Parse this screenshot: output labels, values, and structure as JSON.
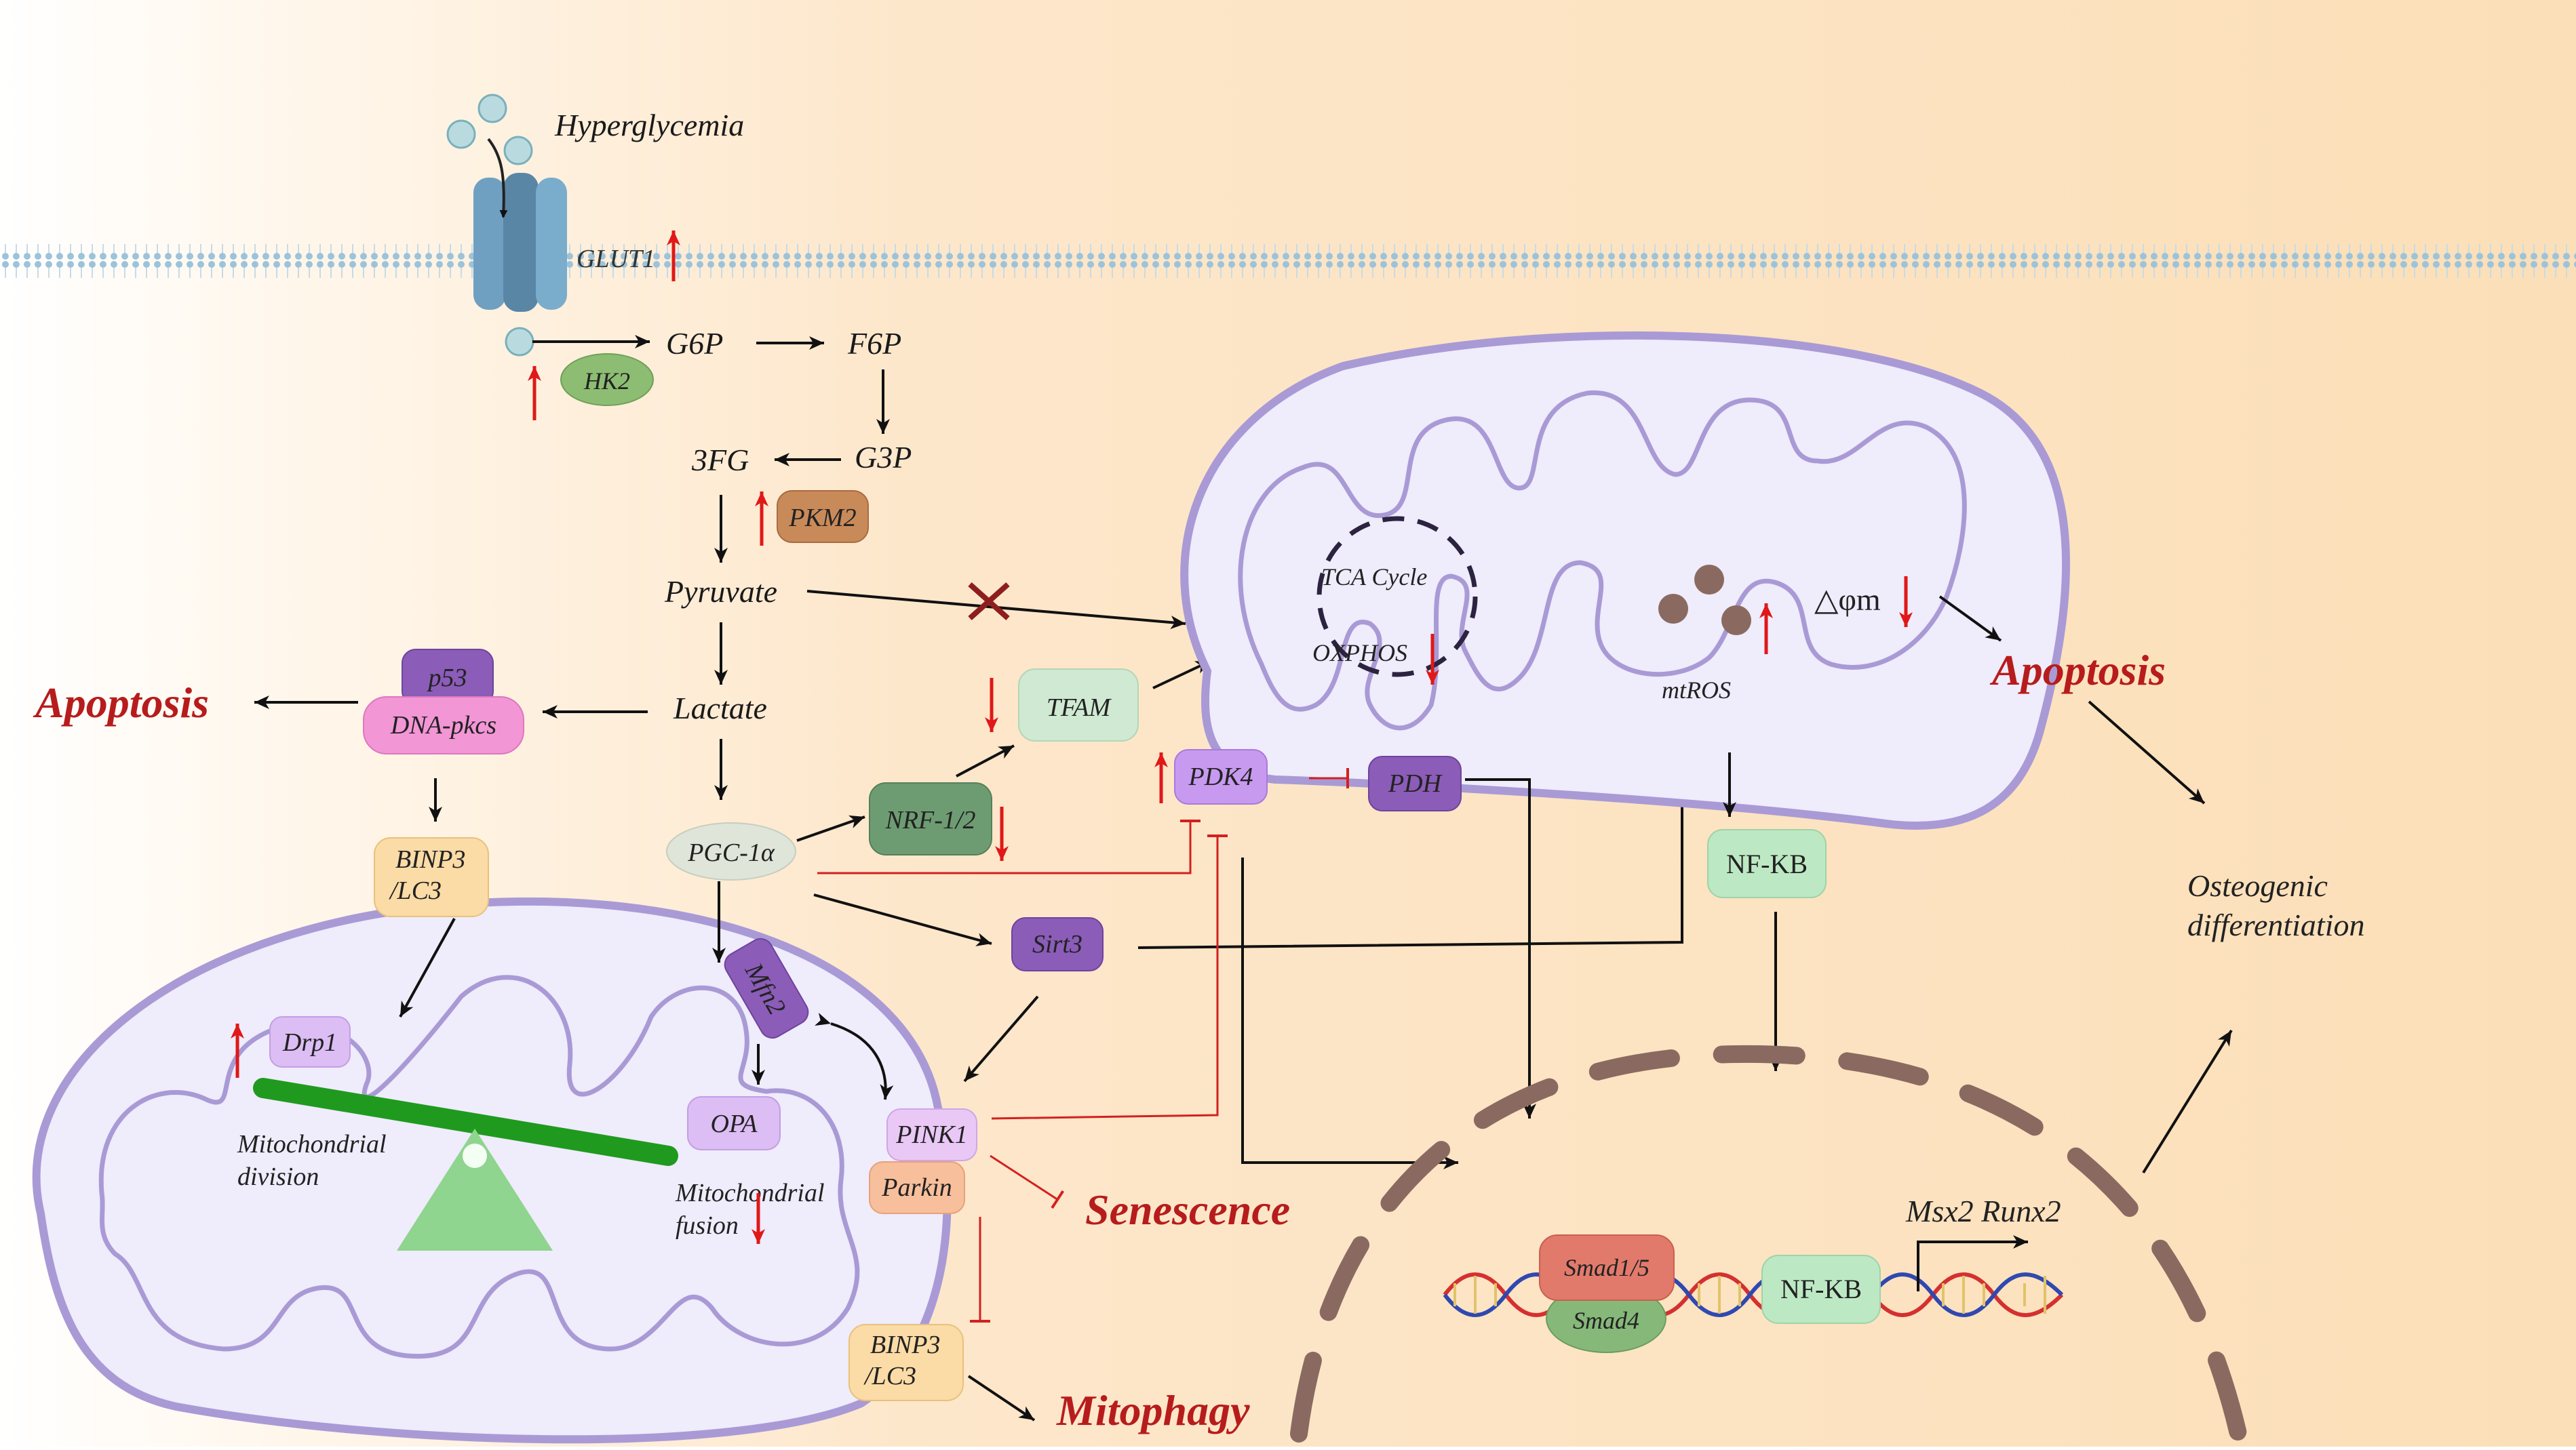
{
  "top": {
    "hyperglycemia": "Hyperglycemia",
    "glut1": "GLUT1",
    "hk2": "HK2",
    "g6p": "G6P",
    "f6p": "F6P",
    "g3p": "G3P",
    "fg3": "3FG",
    "pkm2": "PKM2",
    "pyruvate": "Pyruvate",
    "lactate": "Lactate",
    "pgc1a": "PGC-1α"
  },
  "left": {
    "apoptosis": "Apoptosis",
    "p53": "p53",
    "dnapkcs": "DNA-pkcs",
    "binp3_line1": "BINP3",
    "binp3_line2": "/LC3",
    "drp1": "Drp1",
    "division_line1": "Mitochondrial",
    "division_line2": "division",
    "mfn2": "Mfn2",
    "opa": "OPA",
    "fusion_line1": "Mitochondrial",
    "fusion_line2": "fusion",
    "pink1": "PINK1",
    "parkin": "Parkin",
    "senescence": "Senescence",
    "binp3b_line1": "BINP3",
    "binp3b_line2": "/LC3",
    "mitophagy": "Mitophagy"
  },
  "middle": {
    "nrf": "NRF-1/2",
    "tfam": "TFAM",
    "sirt3": "Sirt3",
    "pdk4": "PDK4",
    "pdh": "PDH"
  },
  "right": {
    "tca": "TCA Cycle",
    "oxphos": "OXPHOS",
    "mtros": "mtROS",
    "dphim": "△φm",
    "apoptosis": "Apoptosis",
    "nfkb": "NF-KB",
    "osteo_line1": "Osteogenic",
    "osteo_line2": "differentiation",
    "smad15": "Smad1/5",
    "smad4": "Smad4",
    "nfkb_dna": "NF-KB",
    "genes": "Msx2 Runx2"
  },
  "colors": {
    "bg_left": "#ffffff",
    "bg_right": "#fbe0bb",
    "mito_fill": "#efecfb",
    "mito_stroke": "#a99ad6",
    "up_arrow": "#e01818",
    "phenotype_text": "#b71c1c"
  }
}
